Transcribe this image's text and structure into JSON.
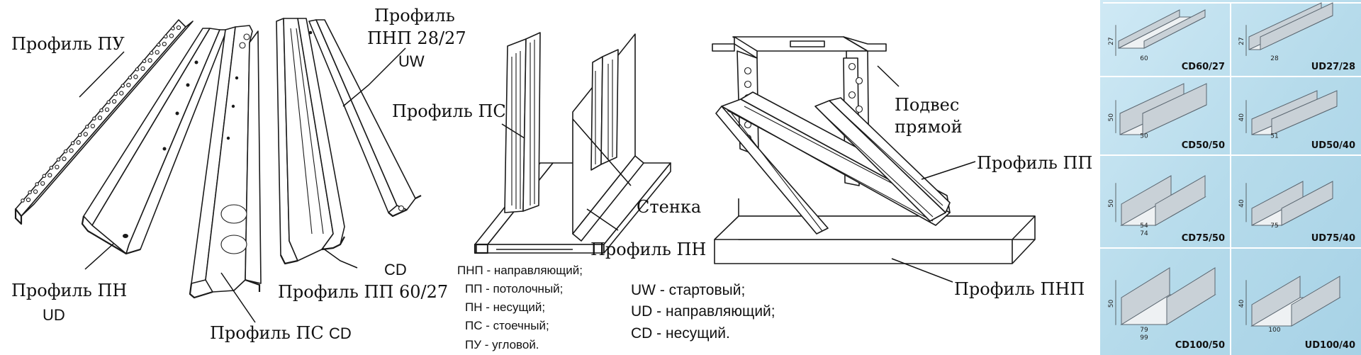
{
  "labels": {
    "pu": "Профиль ПУ",
    "pnp_top1": "Профиль",
    "pnp_top2": "ПНП 28/27",
    "uw": "UW",
    "pn_left": "Профиль ПН",
    "ud": "UD",
    "ps_bottom": "Профиль ПС",
    "cd_bottom": "CD",
    "cd_mid": "CD",
    "pp_6027": "Профиль ПП 60/27",
    "ps_wall": "Профиль ПС",
    "wall": "Стенка",
    "pn_wall": "Профиль ПН",
    "hanger1": "Подвес",
    "hanger2": "прямой",
    "pp_ceiling": "Профиль ПП",
    "pnp_ceiling": "Профиль ПНП"
  },
  "legend_ru": [
    "ПНП - направляющий;",
    "ПП - потолочный;",
    "ПН - несущий;",
    "ПС - стоечный;",
    "ПУ - угловой."
  ],
  "legend_en": [
    "UW - стартовый;",
    "UD  - направляющий;",
    "CD  - несущий."
  ],
  "catalog": {
    "background_color": "#b9dcec",
    "cells": [
      {
        "code": "CD60/27",
        "height": "27",
        "widths": [
          "60"
        ]
      },
      {
        "code": "UD27/28",
        "height": "27",
        "widths": [
          "28"
        ]
      },
      {
        "code": "CD50/50",
        "height": "50",
        "widths": [
          "50"
        ]
      },
      {
        "code": "UD50/40",
        "height": "40",
        "widths": [
          "51"
        ]
      },
      {
        "code": "CD75/50",
        "height": "50",
        "widths": [
          "54",
          "74"
        ]
      },
      {
        "code": "UD75/40",
        "height": "40",
        "widths": [
          "75"
        ]
      },
      {
        "code": "CD100/50",
        "height": "50",
        "widths": [
          "79",
          "99"
        ]
      },
      {
        "code": "UD100/40",
        "height": "40",
        "widths": [
          "100"
        ]
      }
    ]
  }
}
